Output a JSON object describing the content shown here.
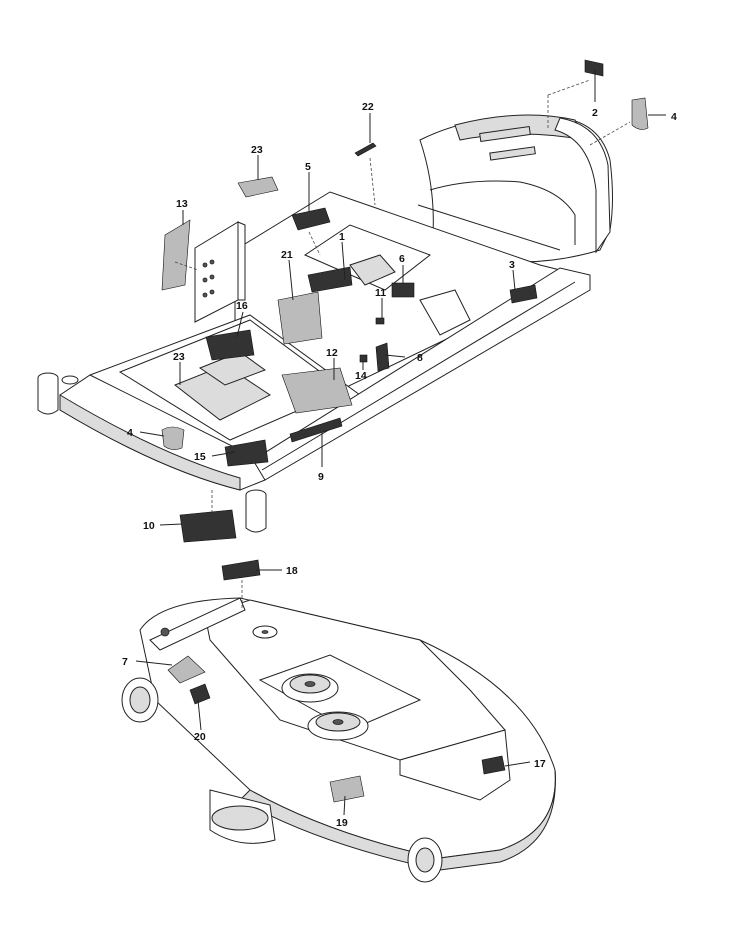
{
  "callouts": [
    {
      "id": "c2",
      "label": "2"
    },
    {
      "id": "c4a",
      "label": "4"
    },
    {
      "id": "c22",
      "label": "22"
    },
    {
      "id": "c23a",
      "label": "23"
    },
    {
      "id": "c5",
      "label": "5"
    },
    {
      "id": "c13",
      "label": "13"
    },
    {
      "id": "c1",
      "label": "1"
    },
    {
      "id": "c6",
      "label": "6"
    },
    {
      "id": "c3",
      "label": "3"
    },
    {
      "id": "c21",
      "label": "21"
    },
    {
      "id": "c11",
      "label": "11"
    },
    {
      "id": "c16",
      "label": "16"
    },
    {
      "id": "c12",
      "label": "12"
    },
    {
      "id": "c8",
      "label": "8"
    },
    {
      "id": "c23b",
      "label": "23"
    },
    {
      "id": "c14",
      "label": "14"
    },
    {
      "id": "c4b",
      "label": "4"
    },
    {
      "id": "c15",
      "label": "15"
    },
    {
      "id": "c9",
      "label": "9"
    },
    {
      "id": "c10",
      "label": "10"
    },
    {
      "id": "c18",
      "label": "18"
    },
    {
      "id": "c7",
      "label": "7"
    },
    {
      "id": "c20",
      "label": "20"
    },
    {
      "id": "c17",
      "label": "17"
    },
    {
      "id": "c19",
      "label": "19"
    }
  ],
  "colors": {
    "line": "#222222",
    "shade": "#dcdcdc",
    "decal": "#333333"
  }
}
